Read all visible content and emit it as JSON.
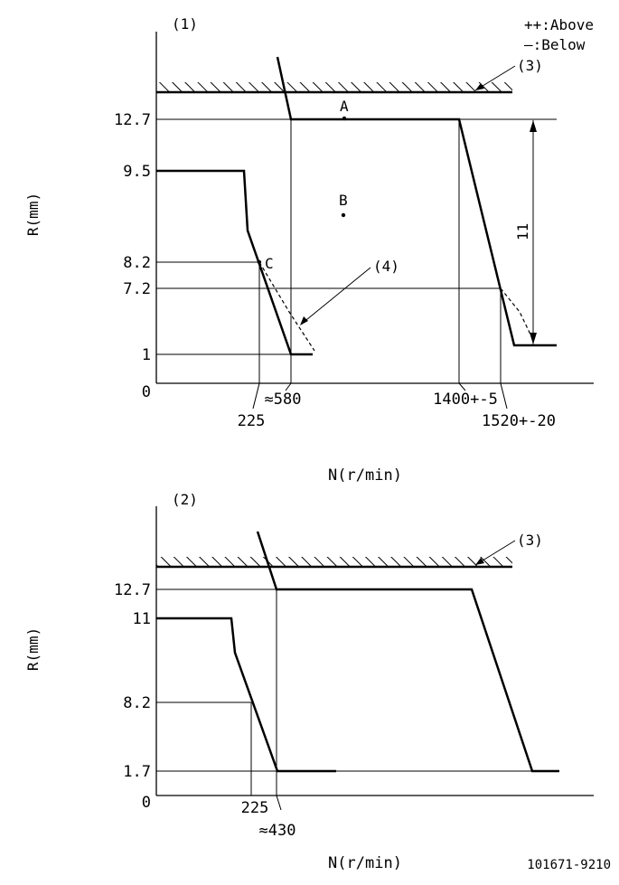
{
  "legend": {
    "above": "++:Above",
    "below": "—:Below"
  },
  "drawing_number": "101671-9210",
  "diagram1": {
    "label": "(1)",
    "y_axis_title": "R(mm)",
    "x_axis_title": "N(r/min)",
    "y_ticks": [
      "12.7",
      "9.5",
      "8.2",
      "7.2",
      "1",
      "0"
    ],
    "x_ticks": [
      "225",
      "≈580",
      "1400+-5",
      "1520+-20"
    ],
    "points": {
      "a": "A",
      "b": "B",
      "c": "C"
    },
    "callout_3": "(3)",
    "callout_4": "(4)",
    "dimension": "11"
  },
  "diagram2": {
    "label": "(2)",
    "y_axis_title": "R(mm)",
    "x_axis_title": "N(r/min)",
    "y_ticks": [
      "12.7",
      "11",
      "8.2",
      "1.7",
      "0"
    ],
    "x_ticks": [
      "225",
      "≈430"
    ],
    "callout_3": "(3)"
  }
}
